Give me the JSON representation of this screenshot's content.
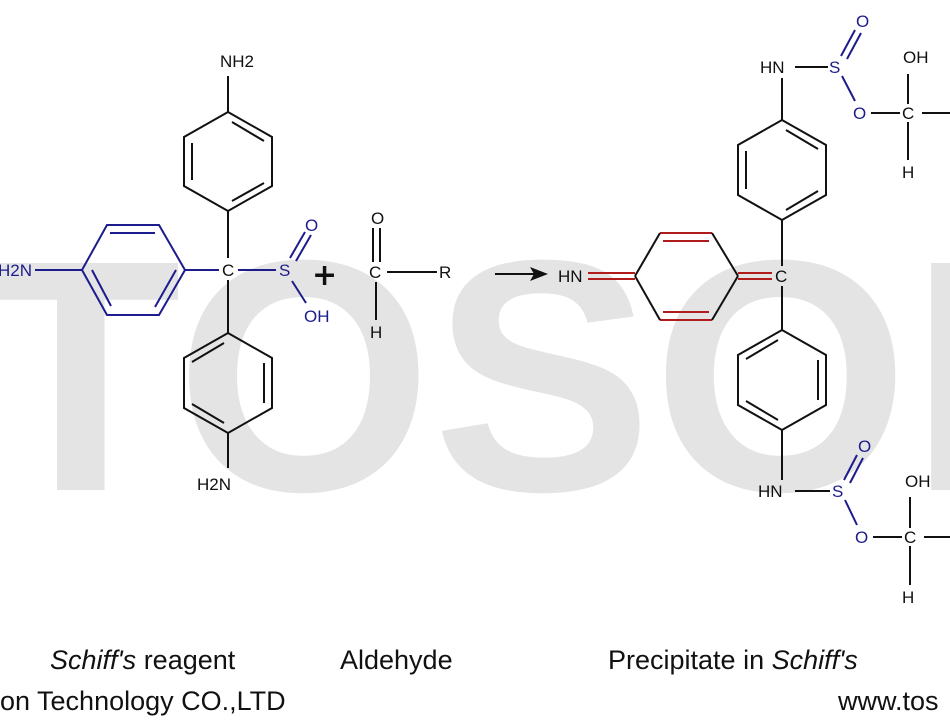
{
  "watermark": "TOSON",
  "colors": {
    "black": "#111111",
    "blue": "#1c1c8c",
    "red": "#b01c1c",
    "watermark": "#e4e4e4"
  },
  "reagent": {
    "nh2_top": "NH2",
    "nh2_left": "H2N",
    "nh2_bottom": "H2N",
    "center_c": "C",
    "s": "S",
    "o": "O",
    "oh": "OH"
  },
  "plus": "+",
  "aldehyde": {
    "o": "O",
    "c": "C",
    "h": "H",
    "r": "R"
  },
  "product": {
    "hn_eq": "HN",
    "center_c": "C",
    "top": {
      "hn": "HN",
      "s": "S",
      "o1": "O",
      "o2": "O",
      "c": "C",
      "oh": "OH",
      "h": "H"
    },
    "bottom": {
      "hn": "HN",
      "s": "S",
      "o1": "O",
      "o2": "O",
      "c": "C",
      "oh": "OH",
      "h": "H"
    }
  },
  "captions": {
    "reagent_italic": "Schiff's",
    "reagent_rest": " reagent",
    "aldehyde": "Aldehyde",
    "product_prefix": "Precipitate in ",
    "product_italic": "Schiff's",
    "company": "on Technology  CO.,LTD",
    "website": "www.tos"
  }
}
